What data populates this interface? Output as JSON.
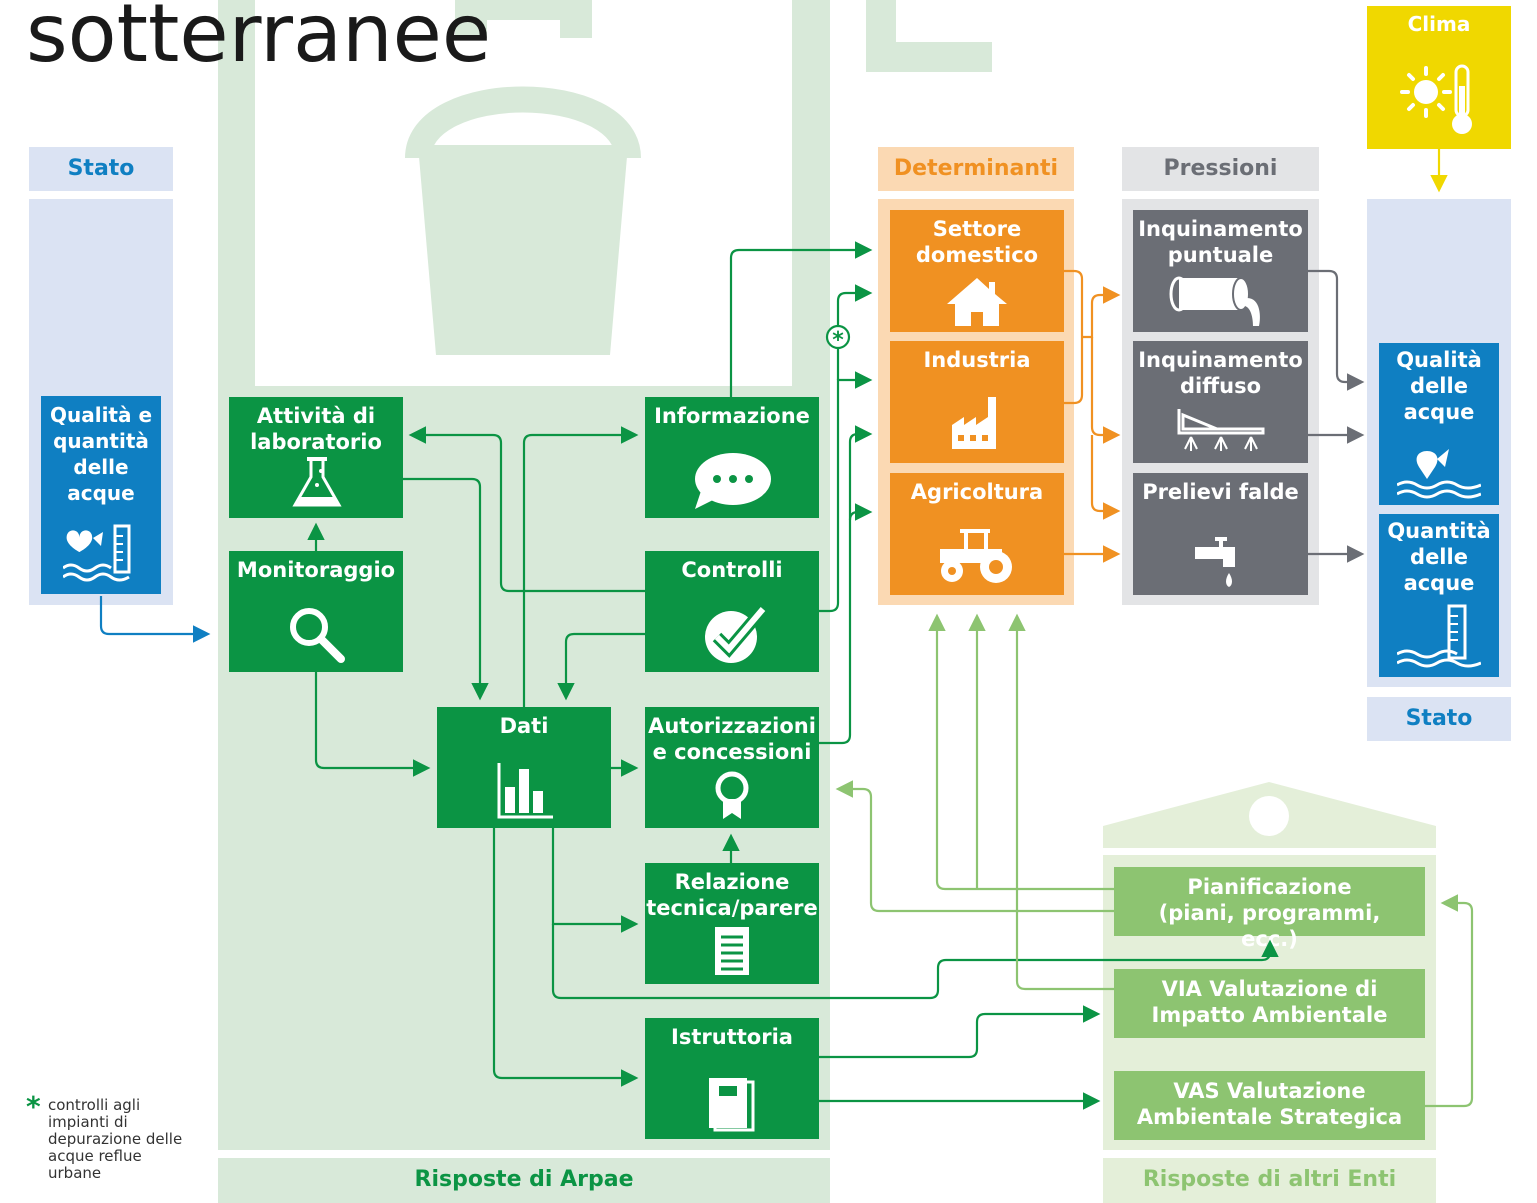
{
  "title": "sotterranee",
  "clima": {
    "label": "Clima",
    "icon": "sun-thermometer-icon"
  },
  "left_stato": {
    "header": "Stato",
    "box_label": "Qualità e quantità delle acque",
    "icon": "water-drop-gauge-icon"
  },
  "right_stato": {
    "footer": "Stato",
    "qualita_label": "Qualità delle acque",
    "quantita_label": "Quantità delle acque"
  },
  "arpae": {
    "footer": "Risposte di Arpae",
    "laboratorio": "Attività di laboratorio",
    "monitoraggio": "Monitoraggio",
    "informazione": "Informazione",
    "controlli": "Controlli",
    "dati": "Dati",
    "autorizzazioni": "Autorizzazioni e concessioni",
    "relazione": "Relazione tecnica/parere",
    "istruttoria": "Istruttoria"
  },
  "determinanti": {
    "header": "Determinanti",
    "items": [
      "Settore domestico",
      "Industria",
      "Agricoltura"
    ]
  },
  "pressioni": {
    "header": "Pressioni",
    "items": [
      "Inquinamento puntuale",
      "Inquinamento diffuso",
      "Prelievi falde"
    ]
  },
  "altri_enti": {
    "footer": "Risposte di altri Enti",
    "pianificazione": "Pianificazione (piani, programmi, ecc.)",
    "via": "VIA Valutazione di Impatto Ambientale",
    "vas": "VAS Valutazione Ambientale Strategica"
  },
  "footnote": {
    "marker": "*",
    "text": "controlli agli impianti di depurazione delle acque reflue urbane"
  },
  "colors": {
    "green": "#0b9444",
    "light_green": "#8dc471",
    "orange": "#f09122",
    "grey": "#6b6e75",
    "blue": "#0f7fc2",
    "yellow": "#f0d800"
  }
}
